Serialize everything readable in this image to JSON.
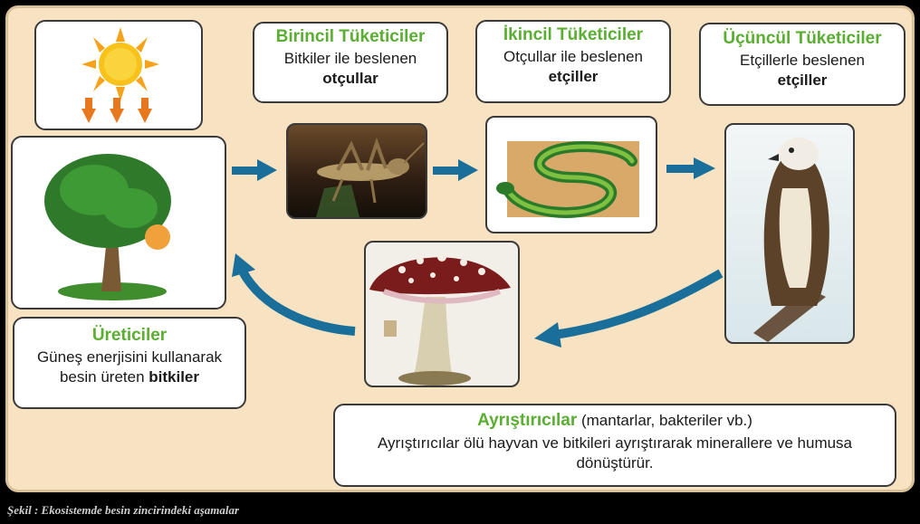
{
  "producers": {
    "title": "Üreticiler",
    "desc_line1": "Güneş enerjisini kullanarak",
    "desc_line2_prefix": "besin üreten ",
    "desc_line2_bold": "bitkiler"
  },
  "primary": {
    "title": "Birincil Tüketiciler",
    "desc": "Bitkiler ile beslenen",
    "bold": "otçullar"
  },
  "secondary": {
    "title": "İkincil Tüketiciler",
    "desc": "Otçullar ile beslenen",
    "bold": "etçiller"
  },
  "tertiary": {
    "title": "Üçüncül Tüketiciler",
    "desc": "Etçillerle beslenen",
    "bold": "etçiller"
  },
  "decomposers": {
    "title": "Ayrıştırıcılar",
    "title_note": " (mantarlar, bakteriler vb.)",
    "desc_line1": "Ayrıştırıcılar ölü hayvan ve bitkileri ayrıştırarak minerallere ve humusa",
    "desc_line2": "dönüştürür."
  },
  "caption": "Şekil    : Ekosistemde besin zincirindeki aşamalar",
  "colors": {
    "arrow": "#1a6f9a",
    "title_green": "#5aae32",
    "panel": "#f7e3c2"
  }
}
